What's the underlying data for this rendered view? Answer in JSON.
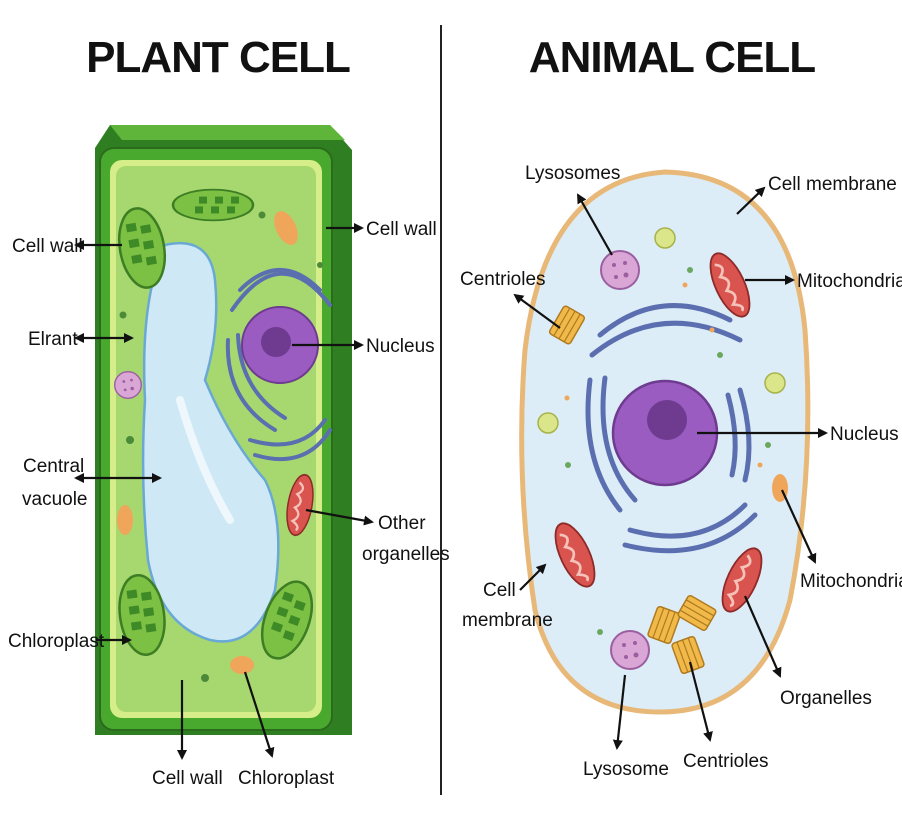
{
  "plant": {
    "title": "PLANT CELL",
    "labels": {
      "cell_wall_left": "Cell wall",
      "cell_wall_right": "Cell wall",
      "elrant": "Elrant",
      "nucleus": "Nucleus",
      "central_vacuole_1": "Central",
      "central_vacuole_2": "vacuole",
      "other_organelles_1": "Other",
      "other_organelles_2": "organelles",
      "chloroplast_left": "Chloroplast",
      "cell_wall_bottom": "Cell wall",
      "chloroplast_bottom": "Chloroplast"
    }
  },
  "animal": {
    "title": "ANIMAL CELL",
    "labels": {
      "lysosomes": "Lysosomes",
      "cell_membrane_top": "Cell membrane",
      "centrioles_top": "Centrioles",
      "mitochondria_top": "Mitochondria",
      "nucleus": "Nucleus",
      "mitochondria_right": "Mitochondria",
      "cell_membrane_left_1": "Cell",
      "cell_membrane_left_2": "membrane",
      "organelles": "Organelles",
      "lysosome": "Lysosome",
      "centrioles_bottom": "Centrioles"
    }
  },
  "colors": {
    "cell_wall": "#3f9a2a",
    "cytoplasm_plant": "#a6d86f",
    "vacuole": "#cfe8f6",
    "nucleus": "#9a5cc0",
    "er": "#5b6fb0",
    "cytoplasm_animal": "#dcedf7",
    "membrane_animal": "#e8b878",
    "mitochondria": "#d9534f"
  }
}
